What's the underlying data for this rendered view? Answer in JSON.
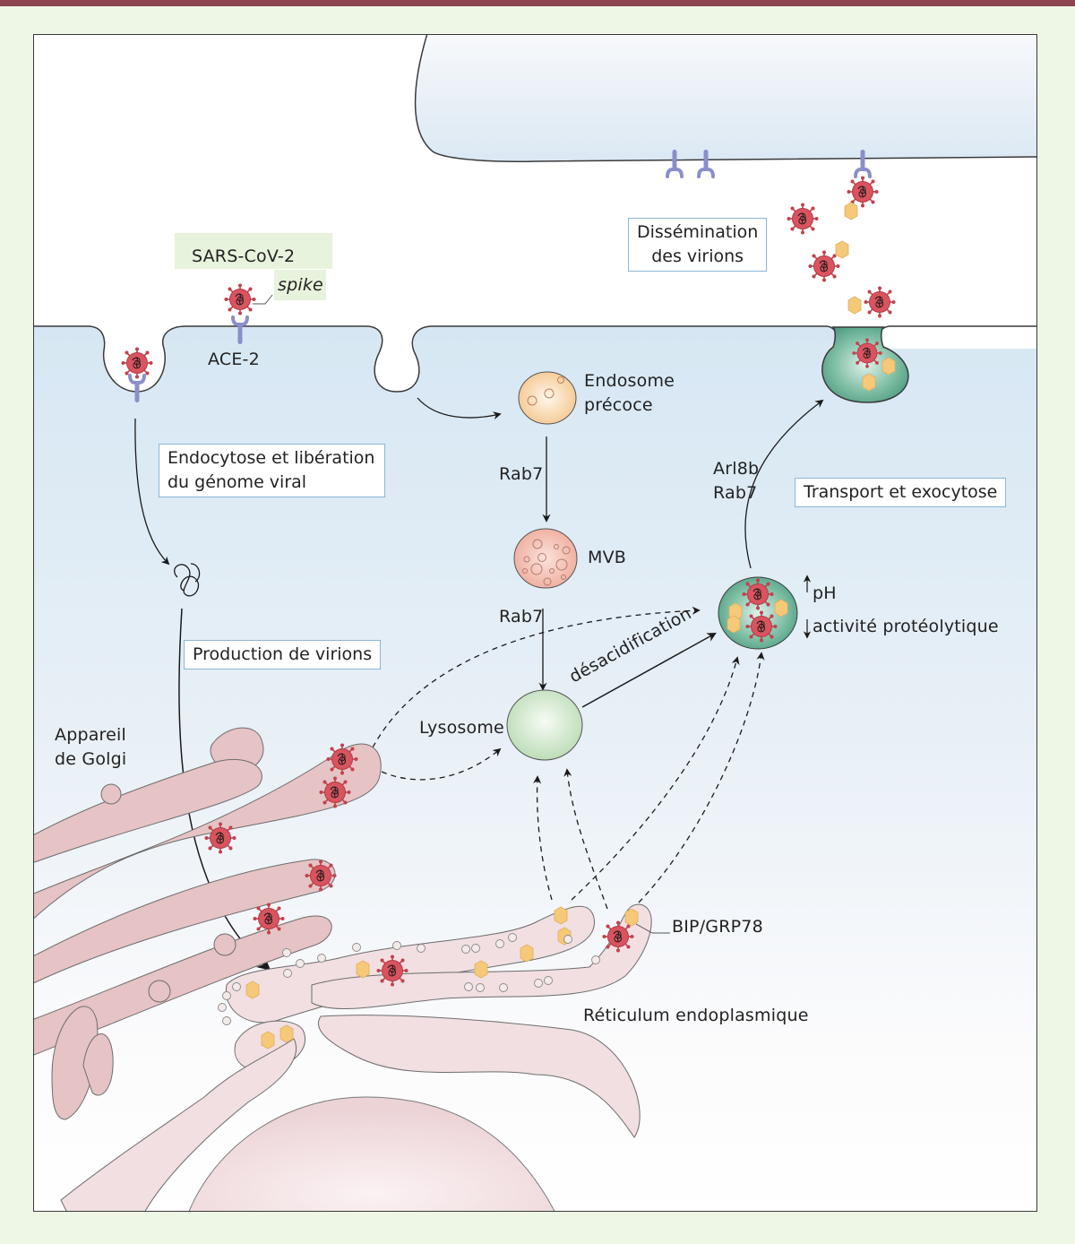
{
  "colors": {
    "header_bar": "#8c4450",
    "page_background": "#eef6e6",
    "cytoplasm_top": "#d6e7f3",
    "label_box_border": "#8ab6d6",
    "virion": "#d9545f",
    "golgi": "#e6c3c4",
    "er": "#f1dfe1",
    "bip": "#f5c978",
    "lysosome": "#c9e3c4",
    "exocytic_lysosome": "#5da88c",
    "early_endosome": "#f6cf9d",
    "mvb": "#f3b9ab",
    "receptor": "#8a8fc9"
  },
  "labels": {
    "sars_cov2": "SARS-CoV-2",
    "spike": "spike",
    "ace2": "ACE-2",
    "dissemination_line1": "Dissémination",
    "dissemination_line2": "des virions",
    "endocytose_line1": "Endocytose et libération",
    "endocytose_line2": "du génome viral",
    "endosome_line1": "Endosome",
    "endosome_line2": "précoce",
    "rab7_1": "Rab7",
    "mvb": "MVB",
    "rab7_2": "Rab7",
    "arl8b": "Arl8b",
    "rab7_3": "Rab7",
    "transport": "Transport et exocytose",
    "ph": "pH",
    "proteolytic": "activité protéolytique",
    "production": "Production de virions",
    "lysosome": "Lysosome",
    "desacidification": "désacidification",
    "golgi_line1": "Appareil",
    "golgi_line2": "de Golgi",
    "bip": "BIP/GRP78",
    "er": "Réticulum endoplasmique"
  }
}
